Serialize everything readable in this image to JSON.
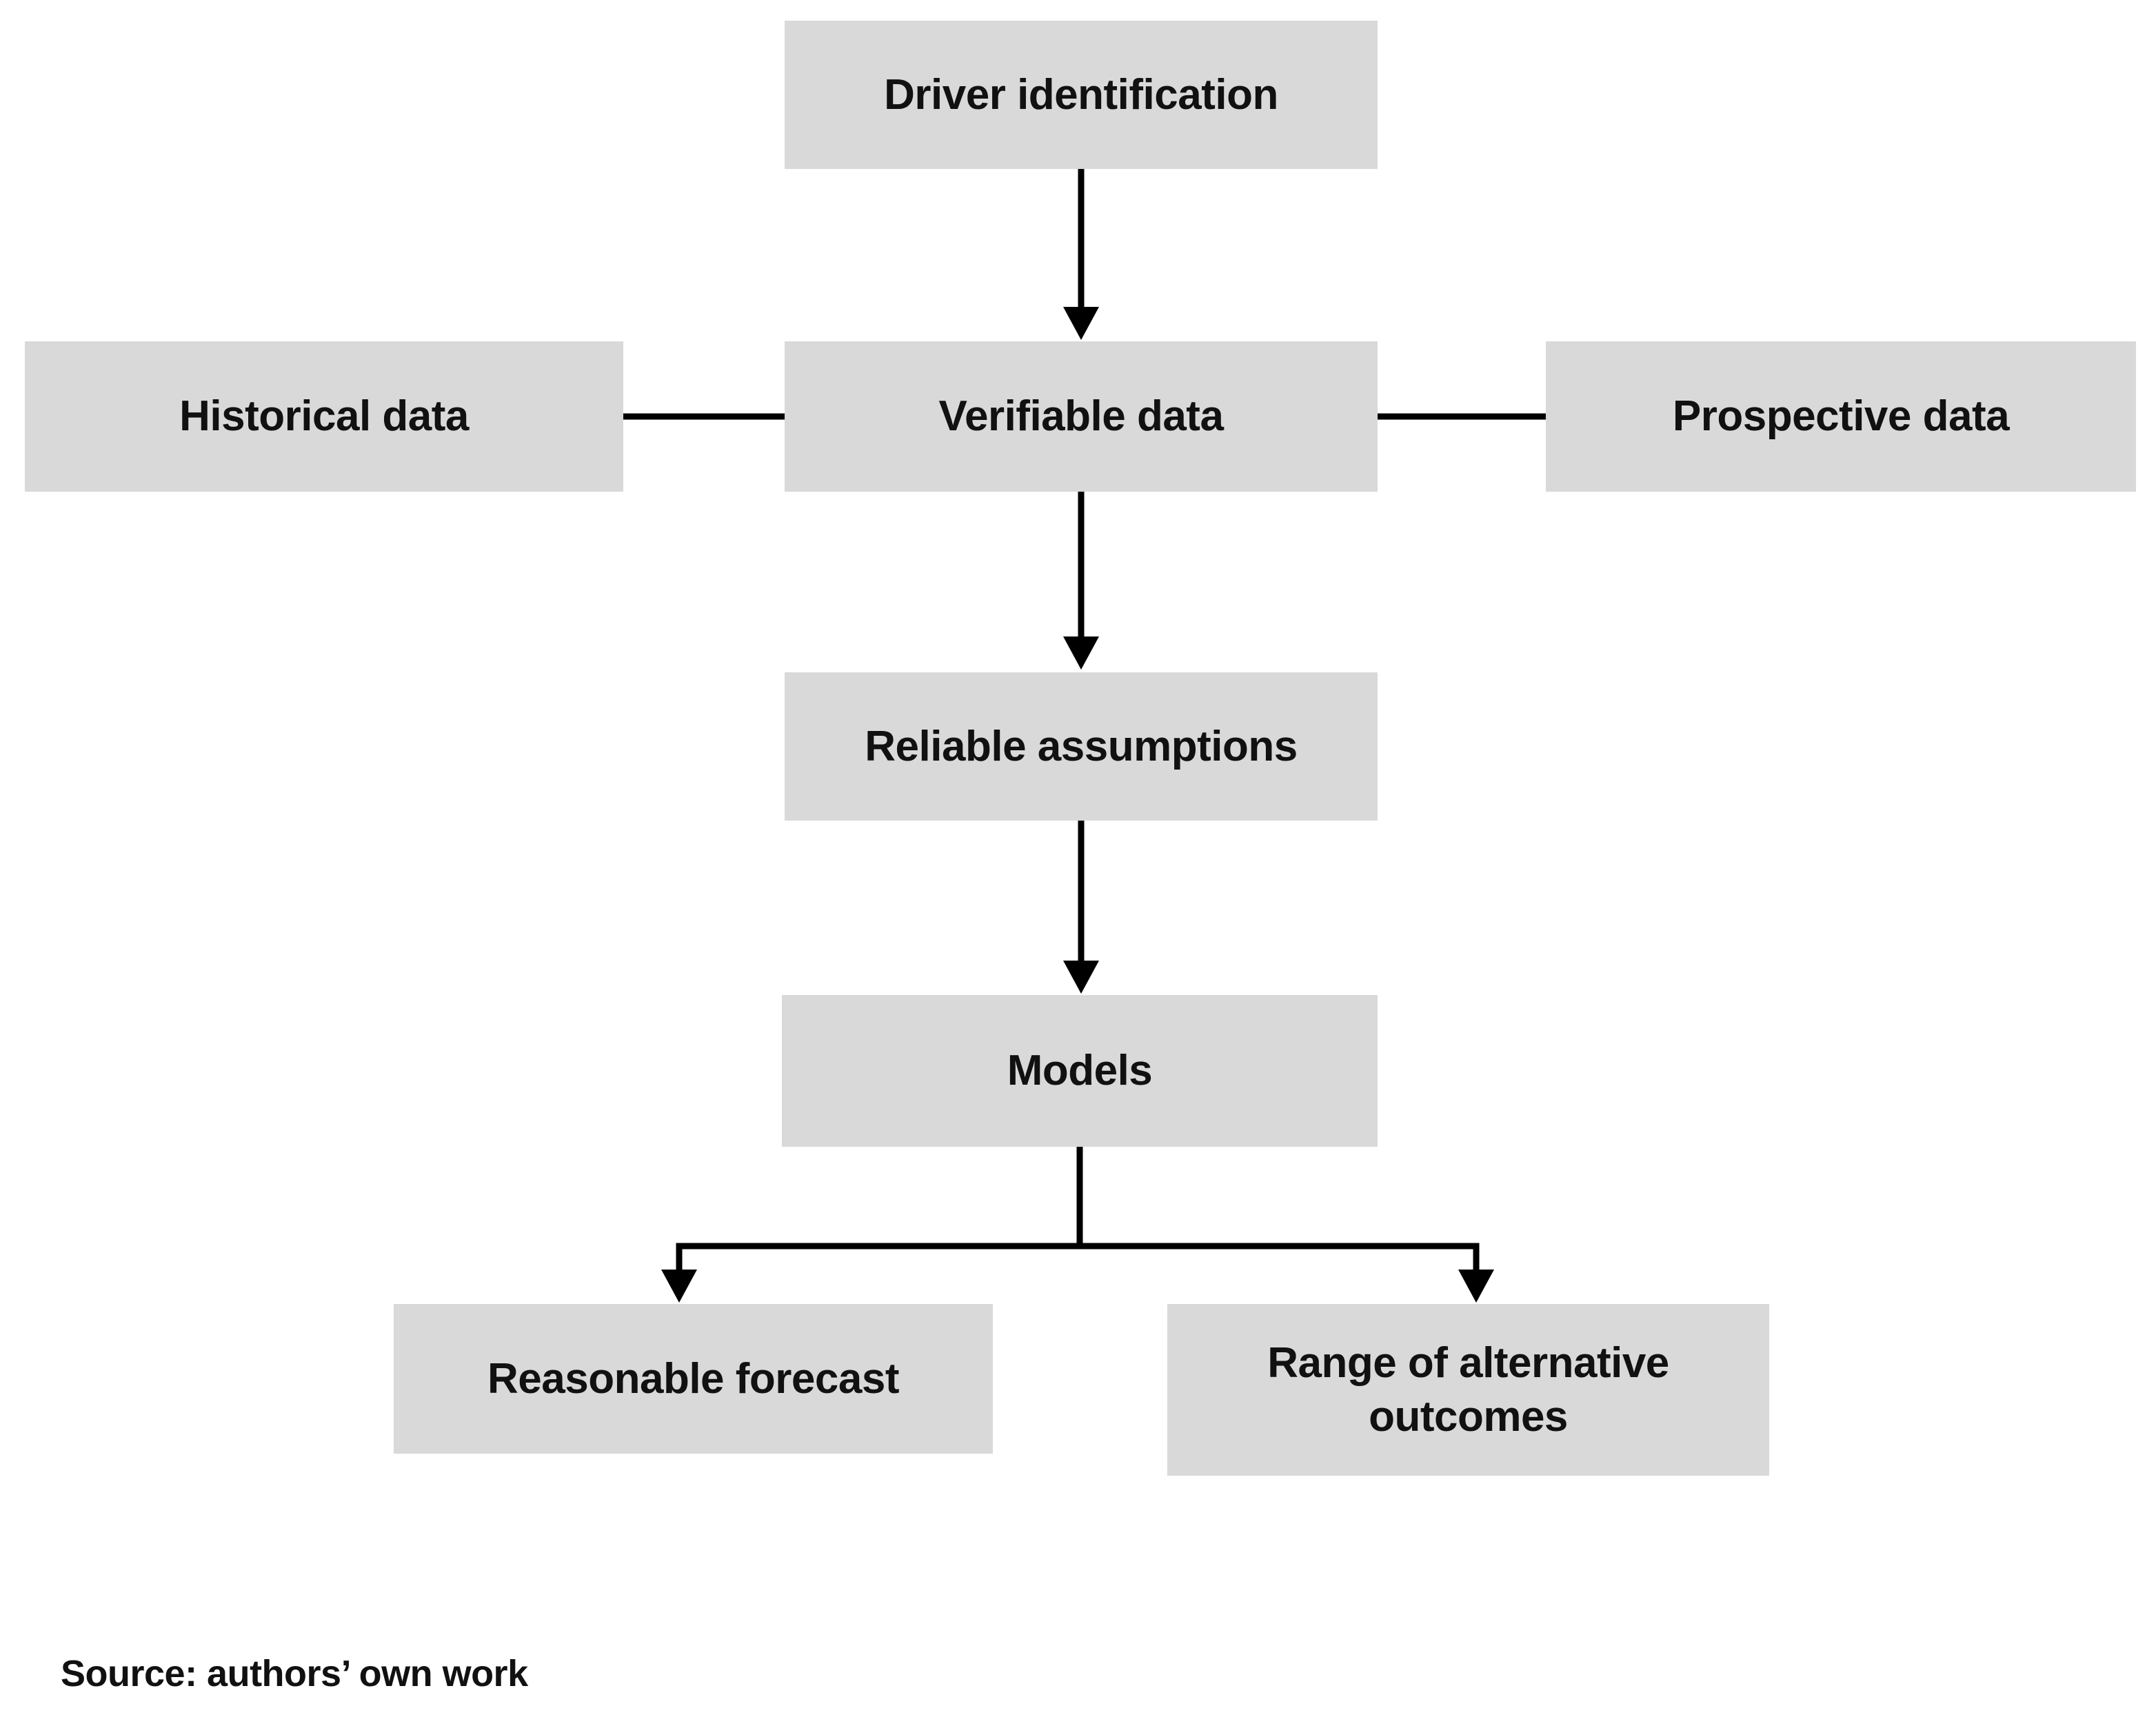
{
  "diagram": {
    "nodes": {
      "driver": {
        "label": "Driver identification"
      },
      "historical": {
        "label": "Historical data"
      },
      "verifiable": {
        "label": "Verifiable data"
      },
      "prospective": {
        "label": "Prospective data"
      },
      "assumptions": {
        "label": "Reliable assumptions"
      },
      "models": {
        "label": "Models"
      },
      "forecast": {
        "label": "Reasonable forecast"
      },
      "outcomes": {
        "label": "Range of alternative outcomes"
      }
    },
    "edges": [
      {
        "from": "driver",
        "to": "verifiable",
        "type": "arrow"
      },
      {
        "from": "historical",
        "to": "verifiable",
        "type": "line"
      },
      {
        "from": "verifiable",
        "to": "prospective",
        "type": "line"
      },
      {
        "from": "verifiable",
        "to": "assumptions",
        "type": "arrow"
      },
      {
        "from": "assumptions",
        "to": "models",
        "type": "arrow"
      },
      {
        "from": "models",
        "to": "forecast",
        "type": "arrow"
      },
      {
        "from": "models",
        "to": "outcomes",
        "type": "arrow"
      }
    ],
    "source_note": "Source: authors’ own work",
    "colors": {
      "node_fill": "#d9d9d9",
      "connector": "#000000",
      "text": "#111111",
      "background": "#ffffff"
    }
  }
}
